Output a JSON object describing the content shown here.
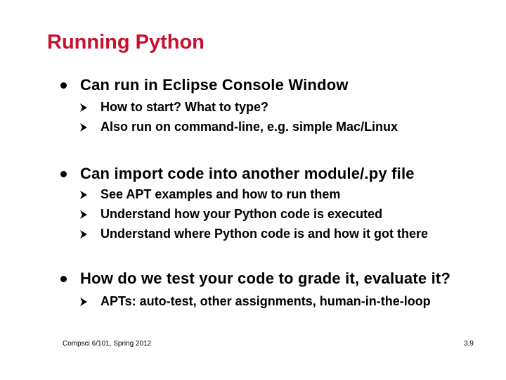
{
  "slide": {
    "title": "Running Python",
    "bullets": [
      {
        "text": "Can run in Eclipse Console Window",
        "subs": [
          "How to start? What to type?",
          "Also run on command-line, e.g. simple Mac/Linux"
        ]
      },
      {
        "text": "Can import code into another module/.py file",
        "subs": [
          "See APT examples and how to run them",
          "Understand how your Python code is executed",
          "Understand where Python code is and how it got there"
        ]
      },
      {
        "text": "How do we test your code to grade it, evaluate it?",
        "subs": [
          "APTs: auto-test, other assignments, human-in-the-loop"
        ]
      }
    ],
    "footer": {
      "course": "Compsci 6/101, Spring 2012",
      "page": "3.9"
    },
    "colors": {
      "title": "#c8102e",
      "text": "#000000",
      "background": "#ffffff"
    },
    "icons": {
      "bullet": "round-bullet-icon",
      "sub_bullet": "arrowhead-bullet-icon"
    }
  }
}
